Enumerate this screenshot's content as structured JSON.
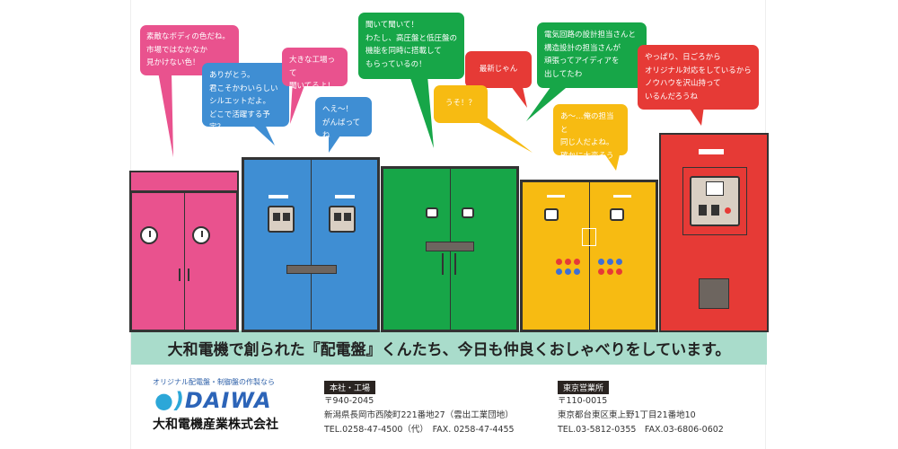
{
  "bubbles": [
    {
      "text": "素敵なボディの色だね。\n市場ではなかなか\n見かけない色！",
      "color": "#e9528e"
    },
    {
      "text": "ありがとう。\n君こそかわいらしい\nシルエットだよ。\nどこで活躍する予定？",
      "color": "#3f8ed3"
    },
    {
      "text": "大きな工場って\n聞いてるよ！",
      "color": "#e9528e"
    },
    {
      "text": "へえ～！\nがんばってね",
      "color": "#3f8ed3"
    },
    {
      "text": "聞いて聞いて！\nわたし、高圧盤と低圧盤の\n機能を同時に搭載して\nもらっているの！",
      "color": "#17a648"
    },
    {
      "text": "最新じゃん",
      "color": "#e63a36"
    },
    {
      "text": "うそ！？",
      "color": "#f7bb12"
    },
    {
      "text": "電気回路の設計担当さんと\n構造設計の担当さんが\n頑張ってアイディアを\n出してたわ",
      "color": "#17a648"
    },
    {
      "text": "あ～…俺の担当と\n同じ人だよね。\n確かに大変そうだったぜ",
      "color": "#f7bb12"
    },
    {
      "text": "やっぱり、日ごろから\nオリジナル対応をしているから\nノウハウを沢山持って\nいるんだろうね",
      "color": "#e63a36"
    }
  ],
  "banner": "大和電機で創られた『配電盤』くんたち、今日も仲良くおしゃべりをしています。",
  "company": {
    "tagline": "オリジナル配電盤・制御盤の作製なら",
    "logo": "DAIWA",
    "name": "大和電機産業株式会社"
  },
  "offices": [
    {
      "label": "本社・工場",
      "zip": "〒940-2045",
      "address": "新潟県長岡市西陵町221番地27（雲出工業団地）",
      "phone": "TEL.0258-47-4500（代）　FAX. 0258-47-4455"
    },
    {
      "label": "東京営業所",
      "zip": "〒110-0015",
      "address": "東京都台東区東上野1丁目21番地10",
      "phone": "TEL.03-5812-0355　FAX.03-6806-0602"
    }
  ]
}
